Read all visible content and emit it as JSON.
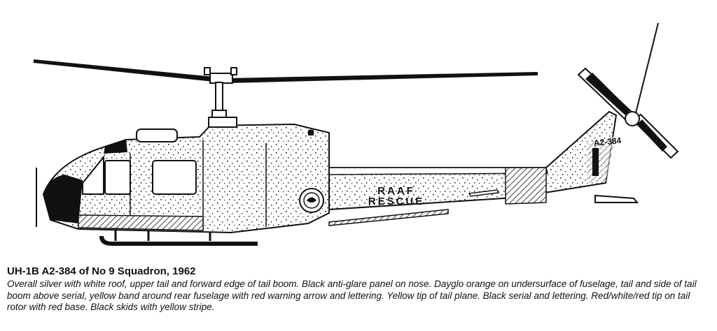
{
  "aircraft": {
    "serial_marking": "A2-384",
    "fuselage_text": [
      "RAAF",
      "RESCUE"
    ]
  },
  "caption": {
    "title": "UH-1B A2-384 of No 9 Squadron, 1962",
    "body": "Overall silver with white roof, upper tail and forward edge of tail boom. Black anti-glare panel on nose. Dayglo orange on undersurface of fuselage, tail and side of tail boom above serial, yellow band around rear fuselage with red warning arrow and lettering. Yellow tip of tail plane. Black serial and lettering. Red/white/red tip on tail rotor with red base. Black skids with yellow stripe."
  },
  "colors": {
    "ink": "#111111",
    "paper": "#ffffff"
  }
}
